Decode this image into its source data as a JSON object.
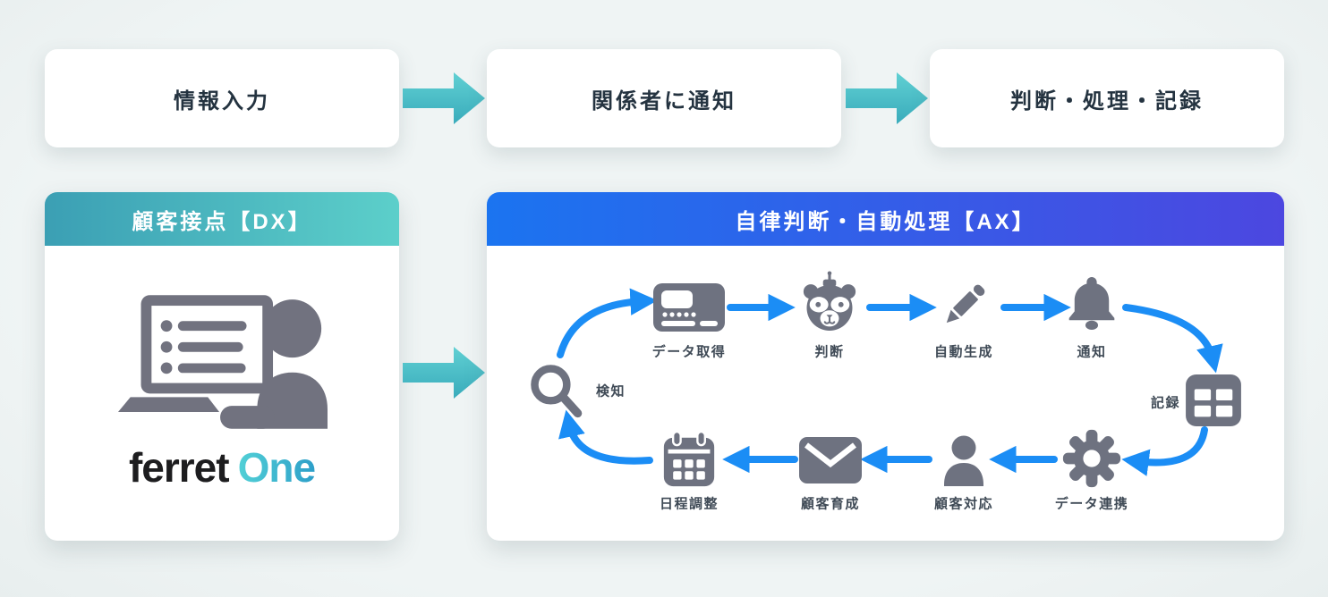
{
  "top_flow": {
    "steps": [
      {
        "label": "情報入力"
      },
      {
        "label": "関係者に通知"
      },
      {
        "label": "判断・処理・記録"
      }
    ]
  },
  "dx_card": {
    "header": "顧客接点【DX】",
    "logo": {
      "ferret": "ferret",
      "one": "One"
    }
  },
  "ax_card": {
    "header": "自律判断・自動処理【AX】",
    "cycle": [
      {
        "label": "検知",
        "icon": "magnifier-icon"
      },
      {
        "label": "データ取得",
        "icon": "data-device-icon"
      },
      {
        "label": "判断",
        "icon": "robot-ferret-icon"
      },
      {
        "label": "自動生成",
        "icon": "pencil-icon"
      },
      {
        "label": "通知",
        "icon": "bell-icon"
      },
      {
        "label": "記録",
        "icon": "table-icon"
      },
      {
        "label": "データ連携",
        "icon": "gear-icon"
      },
      {
        "label": "顧客対応",
        "icon": "person-icon"
      },
      {
        "label": "顧客育成",
        "icon": "mail-icon"
      },
      {
        "label": "日程調整",
        "icon": "calendar-icon"
      }
    ]
  },
  "colors": {
    "background": "#e9efef",
    "teal_arrow": "#49bdc6",
    "dx_header_left": "#3b9fb4",
    "dx_header_right": "#5ccfca",
    "ax_header_left": "#1b74f0",
    "ax_header_right": "#4c47e0",
    "cycle_arrow": "#1b8df5",
    "icon_gray": "#6e7280",
    "heading_text": "#243340",
    "label_text": "#3f4a56",
    "logo_black": "#1d1d1f",
    "logo_one_left": "#52d0d6",
    "logo_one_right": "#2d9fc9"
  }
}
